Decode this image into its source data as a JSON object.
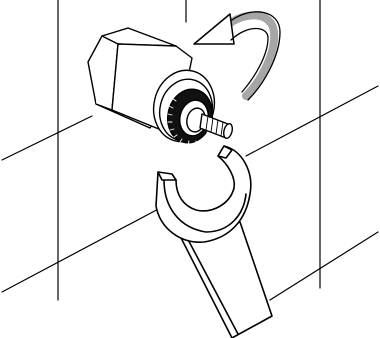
{
  "figure": {
    "background_color": "#ffffff",
    "line_color": "#000000",
    "arrow_color": "#a6a6a6",
    "arrow_direction": "counter-clockwise",
    "parts": [
      "wall-tiles",
      "valve-cartridge",
      "wrench",
      "rotation-arrow"
    ]
  }
}
